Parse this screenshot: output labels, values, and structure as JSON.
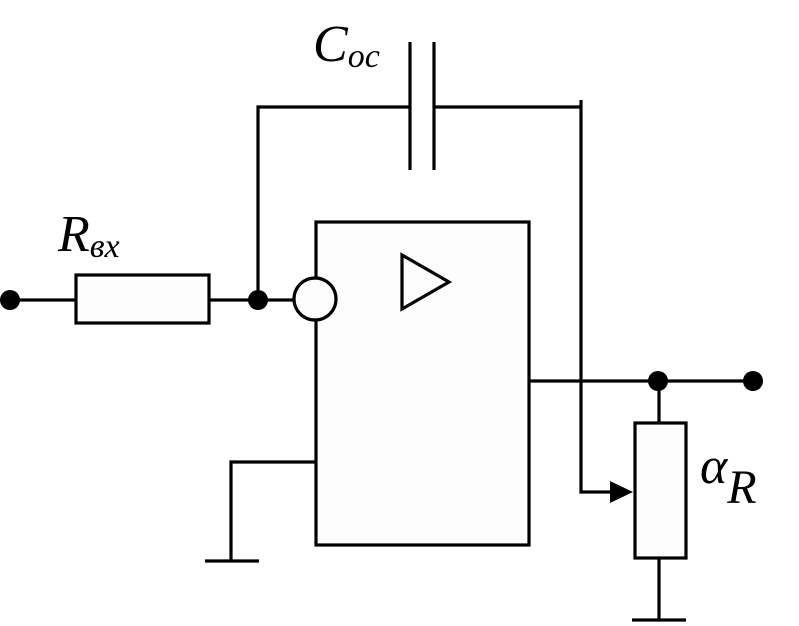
{
  "diagram": {
    "type": "circuit-schematic",
    "description": "Inverting integrator op-amp circuit with input resistor, feedback capacitor and output potentiometer",
    "colors": {
      "line": "#000000",
      "fill": "#fdfdfd",
      "background": "#ffffff"
    },
    "labels": {
      "capacitor": {
        "main": "C",
        "sub": "ос"
      },
      "input_resistor": {
        "main": "R",
        "sub": "вх"
      },
      "potentiometer": {
        "main": "α",
        "sub": "R"
      }
    },
    "components": [
      {
        "id": "input-terminal",
        "kind": "terminal"
      },
      {
        "id": "input-resistor",
        "kind": "resistor",
        "label": "Rвх"
      },
      {
        "id": "feedback-capacitor",
        "kind": "capacitor",
        "label": "Cос"
      },
      {
        "id": "op-amp",
        "kind": "operational-amplifier",
        "symbol": "triangle",
        "inverting_input": true
      },
      {
        "id": "potentiometer",
        "kind": "potentiometer",
        "label": "αR"
      },
      {
        "id": "output-terminal",
        "kind": "terminal"
      },
      {
        "id": "ground-opamp",
        "kind": "ground"
      },
      {
        "id": "ground-pot",
        "kind": "ground"
      }
    ]
  }
}
